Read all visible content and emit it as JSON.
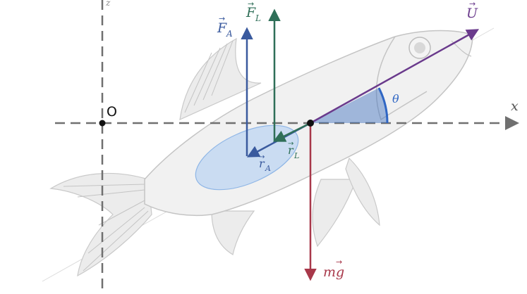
{
  "axes": {
    "x_label": "x",
    "y_label": "z",
    "origin_label": "O"
  },
  "vectors": {
    "buoyancy": {
      "name": "F",
      "sub": "A",
      "color": "#3a5a9e"
    },
    "lift": {
      "name": "F",
      "sub": "L",
      "color": "#2f6f58"
    },
    "velocity": {
      "name": "U",
      "color": "#6a3a8c"
    },
    "weight": {
      "name": "mg",
      "color": "#a8384a"
    },
    "r_buoyancy": {
      "name": "r",
      "sub": "A",
      "color": "#3a5a9e"
    },
    "r_lift": {
      "name": "r",
      "sub": "L",
      "color": "#2f6f58"
    }
  },
  "angle": {
    "symbol": "θ",
    "color": "#2f66c4"
  },
  "colors": {
    "axis": "#707070",
    "swim_bladder": "#b9d3f2",
    "angle_fill": "#3b6fbf"
  }
}
